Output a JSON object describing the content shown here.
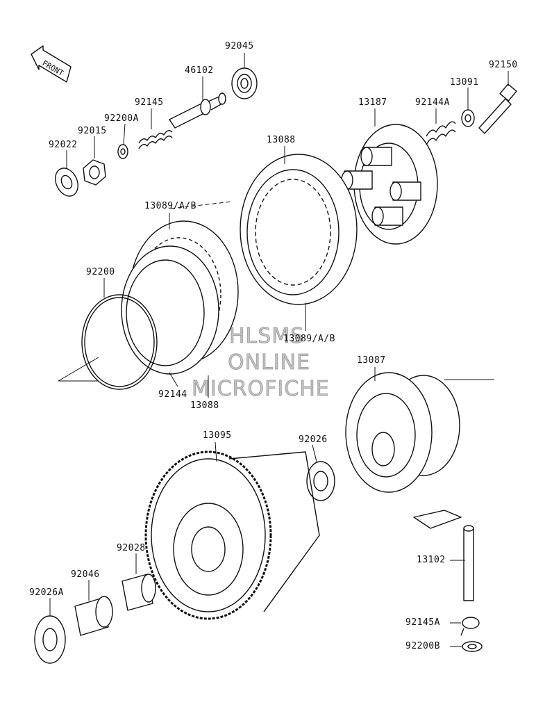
{
  "front_arrow": {
    "label": "FRONT"
  },
  "watermark": {
    "line1": "HLSMS",
    "line2": "ONLINE",
    "line3": "MICROFICHE"
  },
  "labels": {
    "p92045": "92045",
    "p46102": "46102",
    "p92150": "92150",
    "p13091": "13091",
    "p92145": "92145",
    "p92200A": "92200A",
    "p92144A": "92144A",
    "p13187": "13187",
    "p92015": "92015",
    "p92022": "92022",
    "p13088_top": "13088",
    "p13089_top": "13089/A/B",
    "p92200": "92200",
    "p13089_mid": "13089/A/B",
    "p13087": "13087",
    "p92144": "92144",
    "p13088_bot": "13088",
    "p13095": "13095",
    "p92026": "92026",
    "p92028": "92028",
    "p92046": "92046",
    "p92026A": "92026A",
    "p13102": "13102",
    "p92145A": "92145A",
    "p92200B": "92200B"
  },
  "colors": {
    "line": "#111111",
    "background": "#ffffff",
    "watermark": "#969696"
  }
}
